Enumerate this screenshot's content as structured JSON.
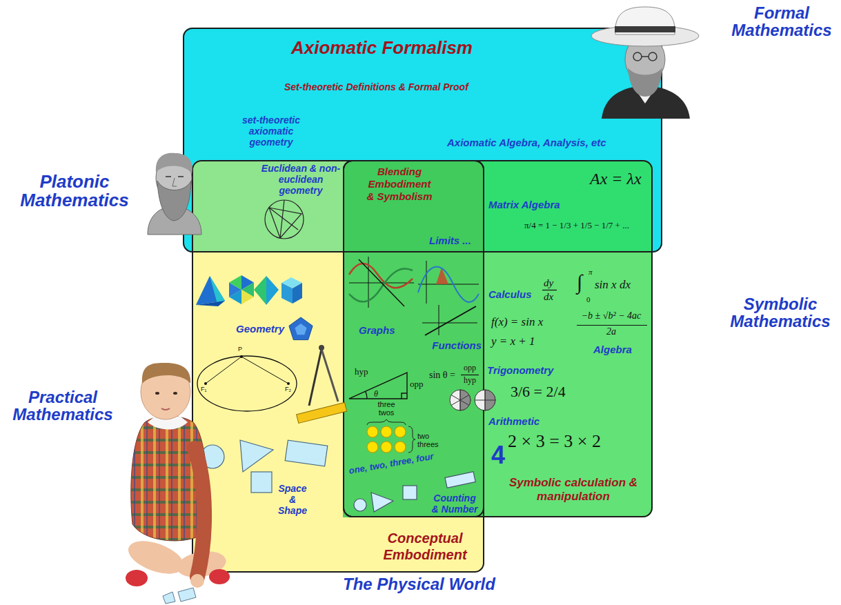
{
  "diagram": {
    "nodes": [
      {
        "text": [
          "Axiomatic Formalism",
          "Set-theoretic Definitions & Formal Proof",
          "set-theoretic axiomatic geometry",
          "Axiomatic Algebra, Analysis, etc"
        ]
      },
      {
        "text": [
          "Conceptual Embodiment",
          "Geometry",
          "Space & Shape"
        ]
      },
      {
        "text": [
          "Blending Embodiment & Symbolism",
          "Graphs",
          "Counting & Number"
        ]
      },
      {
        "text": [
          "Symbolic calculation & manipulation",
          "Algebra"
        ]
      }
    ],
    "labels": [
      "Formal Mathematics",
      "Platonic Mathematics",
      "Symbolic Mathematics",
      "Practical Mathematics",
      "The Physical World",
      "Euclidean & non-euclidean geometry",
      "Ax = λx",
      "Matrix Algebra",
      "π/4 = 1 − 1/3 + 1/5 − 1/7 + ...",
      "Limits ...",
      "Calculus",
      "dy",
      "dx",
      "∫",
      "π",
      "0",
      "sin x dx",
      "f(x) = sin x",
      "y = x + 1",
      "Functions",
      "−b ± √b² − 4ac",
      "2a",
      "hyp",
      "opp",
      "θ",
      "Trigonometry",
      "sin θ =",
      "opp",
      "hyp",
      "3/6 = 2/4",
      "Arithmetic",
      "three twos",
      "two threes",
      "2 × 3 = 3 × 2",
      "4",
      "one, two, three, four",
      "P",
      "F₁",
      "F₂"
    ]
  }
}
